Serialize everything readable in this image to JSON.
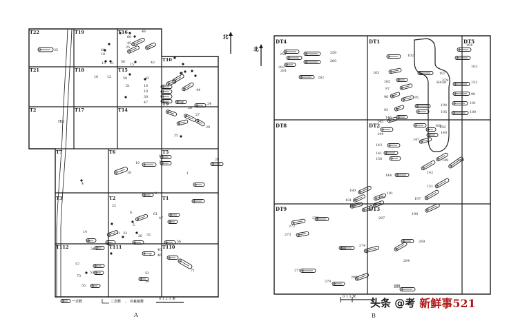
{
  "colors": {
    "ink": "#1a1a1a",
    "paper": "#ffffff",
    "watermark_red": "#b01818"
  },
  "map_a": {
    "caption": "A",
    "north": "北",
    "grid_labels": [
      "T22",
      "T19",
      "T16",
      "T21",
      "T18",
      "T15",
      "T10",
      "T2",
      "T17",
      "T14",
      "T9",
      "T7",
      "T6",
      "T5",
      "T3",
      "T2",
      "T1",
      "T112",
      "T111",
      "T110"
    ],
    "ditch_label": "HG",
    "legend": {
      "primary": "一次葬",
      "secondary": "二次葬",
      "separator": "、",
      "jar": "⑩瓮棺葬",
      "scale": "0 1 2 3 米"
    },
    "burial_numbers": [
      "35",
      "46",
      "60",
      "45",
      "25",
      "48",
      "18",
      "13",
      "21",
      "50",
      "15",
      "58",
      "10",
      "12",
      "51",
      "16",
      "19",
      "30",
      "47",
      "43",
      "42",
      "41",
      "44",
      "7",
      "26",
      "27",
      "29",
      "24",
      "25",
      "20",
      "17",
      "3",
      "1",
      "18",
      "19",
      "9",
      "4",
      "22",
      "6",
      "5",
      "33",
      "14",
      "61",
      "47",
      "36",
      "31",
      "31",
      "32",
      "1",
      "56",
      "23",
      "34",
      "57",
      "53",
      "73",
      "55",
      "52",
      "39",
      "40",
      "46",
      "71"
    ]
  },
  "map_b": {
    "caption": "B",
    "north": "北",
    "grid_labels": [
      "DT4",
      "DT1",
      "DT5",
      "DT8",
      "DT2",
      "DT9",
      "DT3"
    ],
    "scale": "0 1 3 米",
    "burial_numbers": [
      "258",
      "359",
      "282",
      "260",
      "281",
      "262",
      "102",
      "163",
      "165",
      "87",
      "96",
      "95",
      "93",
      "104",
      "105",
      "104",
      "103",
      "152",
      "98",
      "101",
      "100",
      "107",
      "108",
      "146",
      "145",
      "144",
      "158",
      "140",
      "147",
      "143",
      "141",
      "150",
      "144",
      "142",
      "149",
      "148",
      "151",
      "197",
      "190",
      "180",
      "181",
      "186",
      "189",
      "191",
      "287",
      "272",
      "273",
      "278",
      "268",
      "274",
      "284",
      "269",
      "271",
      "270",
      "299",
      "300",
      "279",
      "283"
    ],
    "pit_label": "H438"
  },
  "watermark": {
    "prefix": "头条 @考",
    "suffix": "新鲜事521"
  }
}
